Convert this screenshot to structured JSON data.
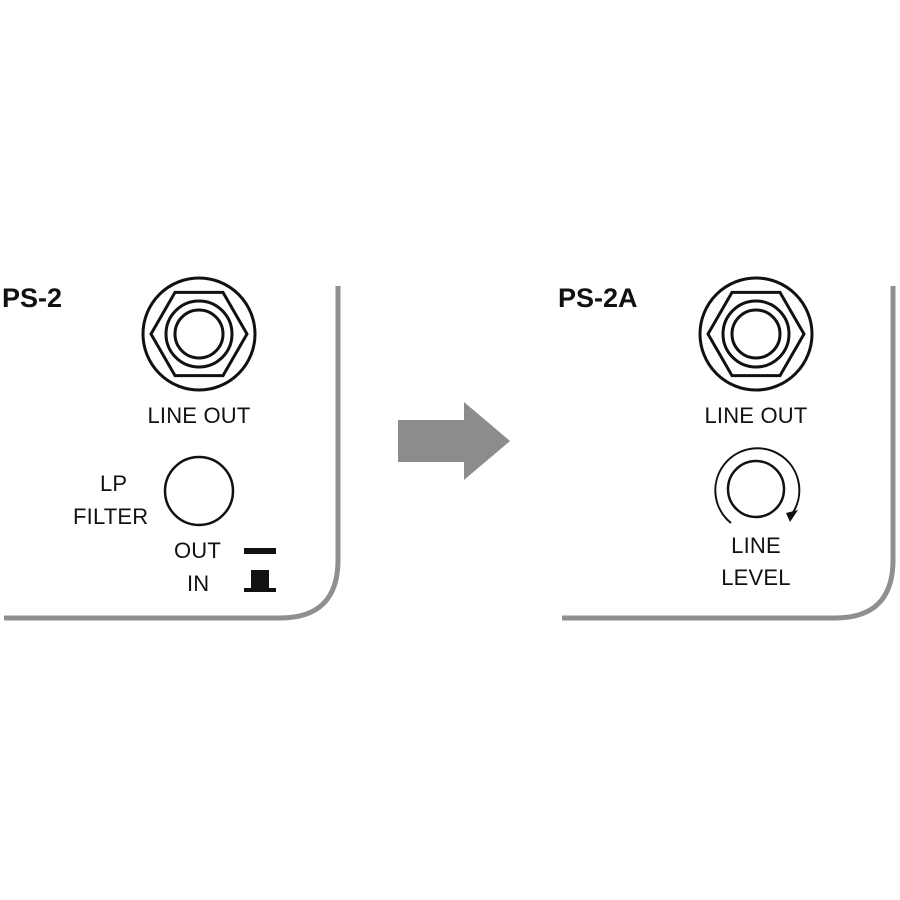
{
  "panels": [
    {
      "title": "PS-2",
      "jack_label": "LINE OUT",
      "knob_label_line1": "LP",
      "knob_label_line2": "FILTER",
      "switch_out_label": "OUT",
      "switch_in_label": "IN"
    },
    {
      "title": "PS-2A",
      "jack_label": "LINE OUT",
      "knob_label_line1": "LINE",
      "knob_label_line2": "LEVEL"
    }
  ],
  "colors": {
    "panel_border": "#8f8f8f",
    "arrow": "#8c8c8c",
    "ink": "#111111"
  }
}
